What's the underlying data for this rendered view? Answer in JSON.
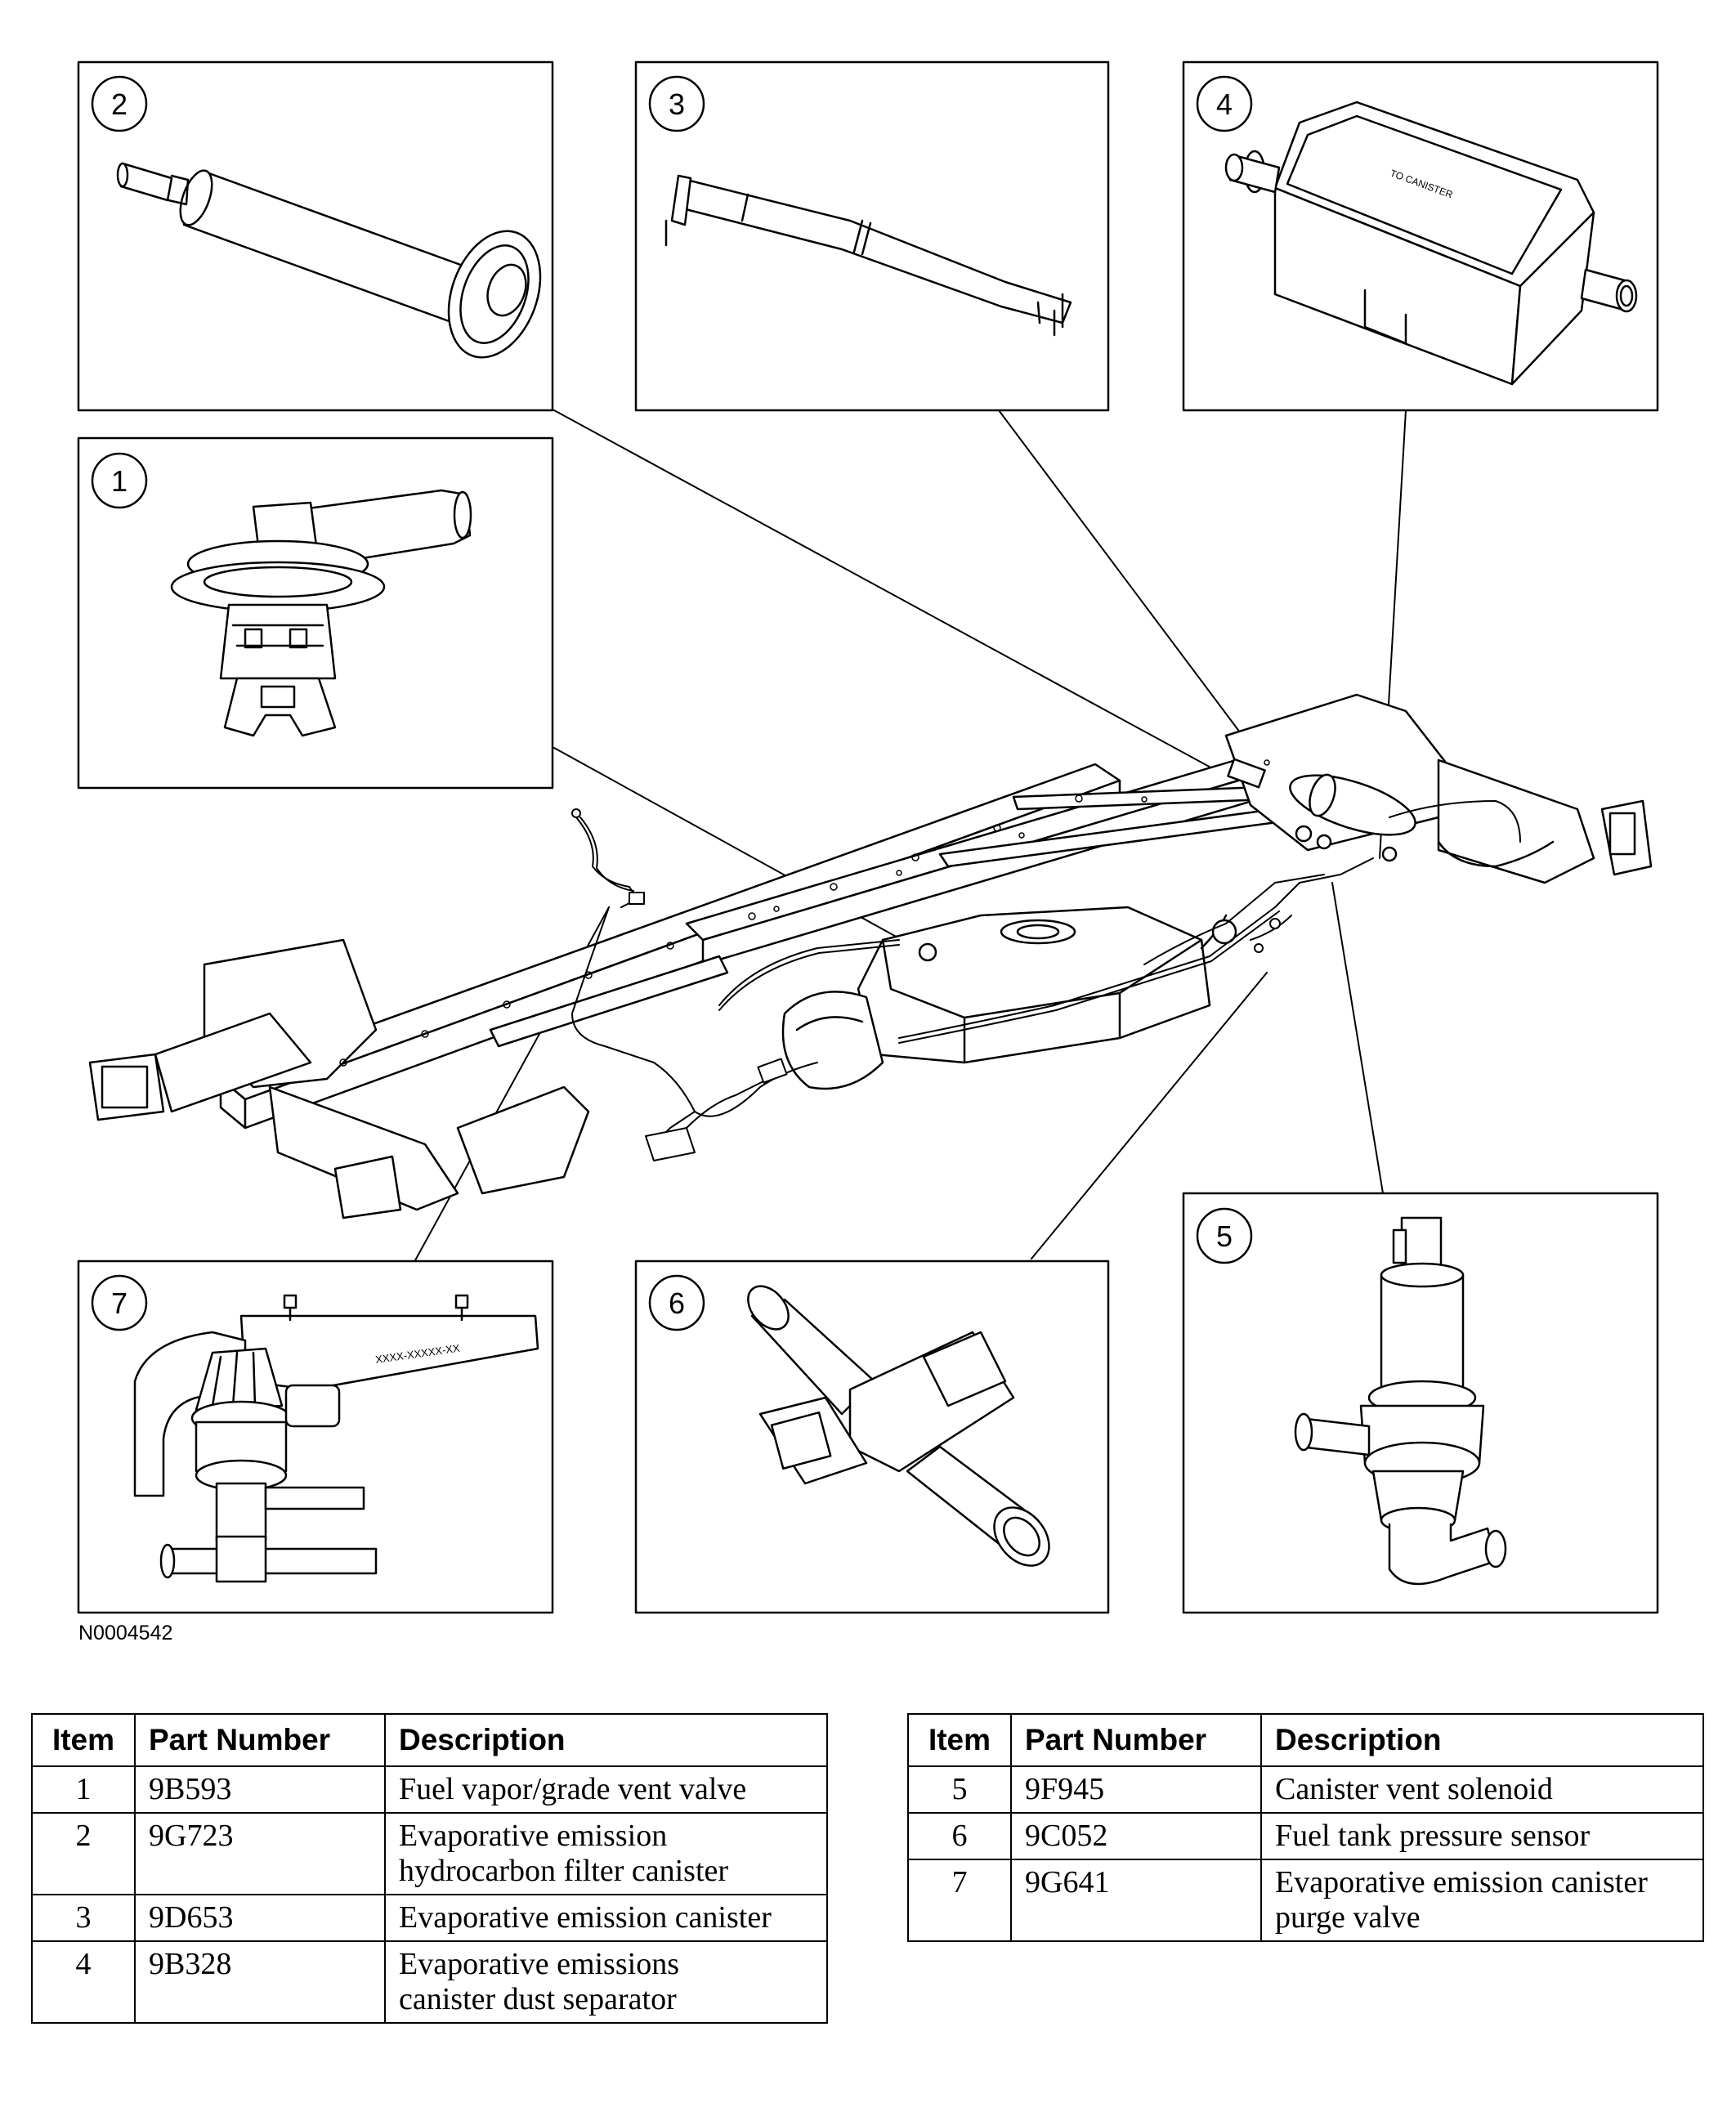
{
  "figure": {
    "code": "N0004542",
    "panels": [
      {
        "num": "1",
        "name": "fuel-vapor-vent-valve"
      },
      {
        "num": "2",
        "name": "hydrocarbon-filter-canister"
      },
      {
        "num": "3",
        "name": "evap-canister"
      },
      {
        "num": "4",
        "name": "dust-separator"
      },
      {
        "num": "5",
        "name": "canister-vent-solenoid"
      },
      {
        "num": "6",
        "name": "fuel-tank-pressure-sensor"
      },
      {
        "num": "7",
        "name": "canister-purge-valve"
      }
    ],
    "separator_label": "TO CANISTER",
    "purge_valve_marking": "XXXX-XXXXX-XX"
  },
  "tables": [
    {
      "headers": {
        "item": "Item",
        "part": "Part Number",
        "desc": "Description"
      },
      "rows": [
        {
          "item": "1",
          "part": "9B593",
          "desc": [
            "Fuel vapor/grade vent valve"
          ]
        },
        {
          "item": "2",
          "part": "9G723",
          "desc": [
            "Evaporative emission",
            "hydrocarbon filter canister"
          ]
        },
        {
          "item": "3",
          "part": "9D653",
          "desc": [
            "Evaporative emission canister"
          ]
        },
        {
          "item": "4",
          "part": "9B328",
          "desc": [
            "Evaporative emissions",
            "canister dust separator"
          ]
        }
      ]
    },
    {
      "headers": {
        "item": "Item",
        "part": "Part Number",
        "desc": "Description"
      },
      "rows": [
        {
          "item": "5",
          "part": "9F945",
          "desc": [
            "Canister vent solenoid"
          ]
        },
        {
          "item": "6",
          "part": "9C052",
          "desc": [
            "Fuel tank pressure sensor"
          ]
        },
        {
          "item": "7",
          "part": "9G641",
          "desc": [
            "Evaporative emission canister",
            "purge valve"
          ]
        }
      ]
    }
  ]
}
